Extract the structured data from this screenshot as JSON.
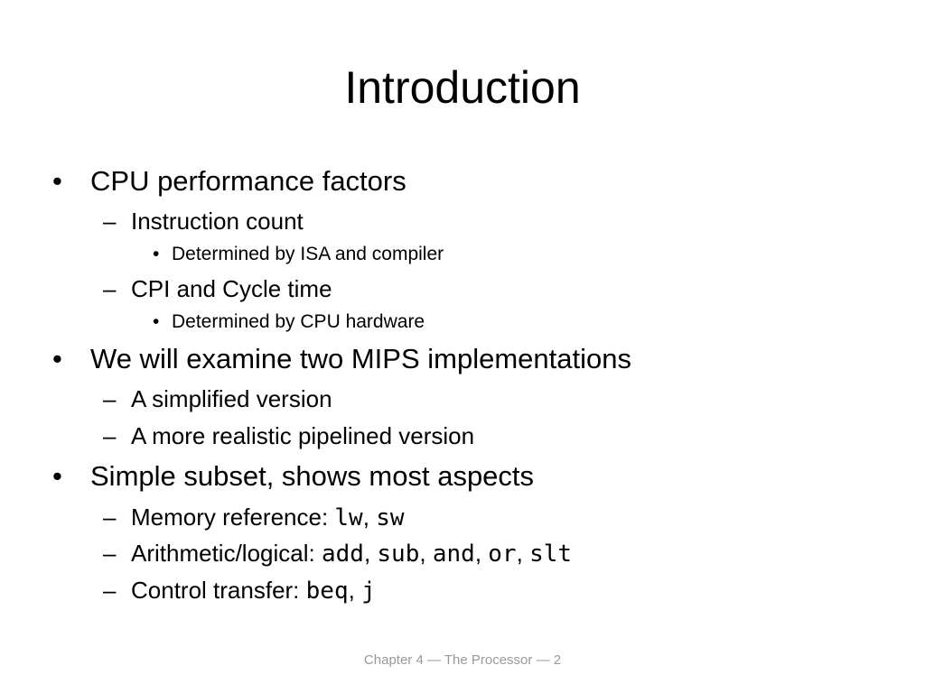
{
  "slide": {
    "title": "Introduction",
    "bullets": {
      "cpu_factors": "CPU performance factors",
      "instruction_count": "Instruction count",
      "isa_compiler": "Determined by ISA and compiler",
      "cpi_cycle": "CPI and Cycle time",
      "cpu_hardware": "Determined by CPU hardware",
      "mips_impl": "We will examine two MIPS implementations",
      "simplified": "A simplified version",
      "pipelined": "A more realistic pipelined version",
      "subset": "Simple subset, shows most aspects",
      "memory_ref": {
        "label": "Memory reference: ",
        "ops": [
          "lw",
          "sw"
        ]
      },
      "arith_logic": {
        "label": "Arithmetic/logical: ",
        "ops": [
          "add",
          "sub",
          "and",
          "or",
          "slt"
        ]
      },
      "control": {
        "label": "Control transfer: ",
        "ops": [
          "beq",
          "j"
        ]
      }
    },
    "markers": {
      "level1": "•",
      "level2": "–",
      "level3": "•"
    },
    "separator": ",",
    "footer": "Chapter 4 — The Processor — 2"
  }
}
